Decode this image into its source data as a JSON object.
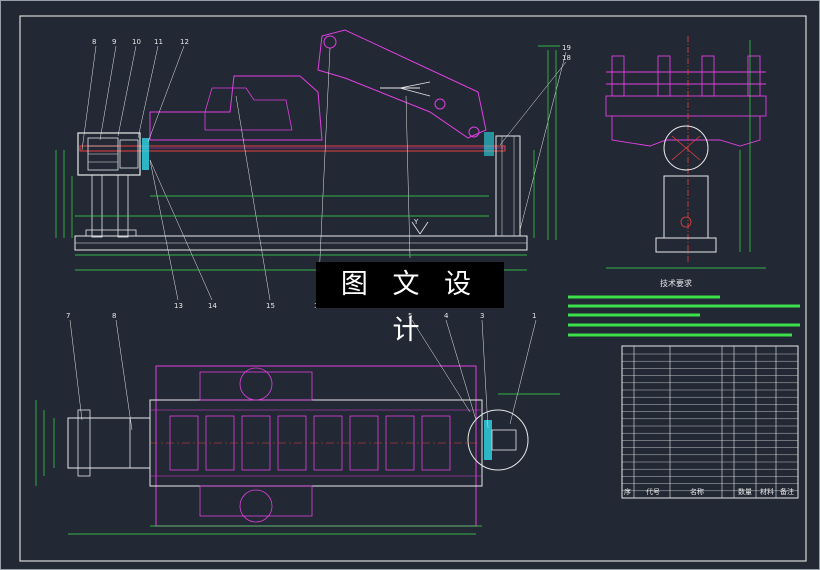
{
  "watermark": "图 文 设 计",
  "tech_title": "技术要求",
  "y_mark": "Y",
  "colors": {
    "background": "#222834",
    "frame": "#d8d8d8",
    "magenta": "#e040e0",
    "green": "#3be04a",
    "cyan": "#2fd8e8",
    "white": "#e8e8e8",
    "red": "#e84040"
  },
  "balloons_front": [
    "8",
    "9",
    "10",
    "11",
    "12",
    "13",
    "14",
    "15",
    "16",
    "19",
    "18"
  ],
  "balloons_top": [
    "7",
    "8",
    "5",
    "4",
    "3",
    "1"
  ],
  "table_header": [
    "序",
    "代号",
    "名称",
    "数量",
    "材料",
    "备注"
  ]
}
